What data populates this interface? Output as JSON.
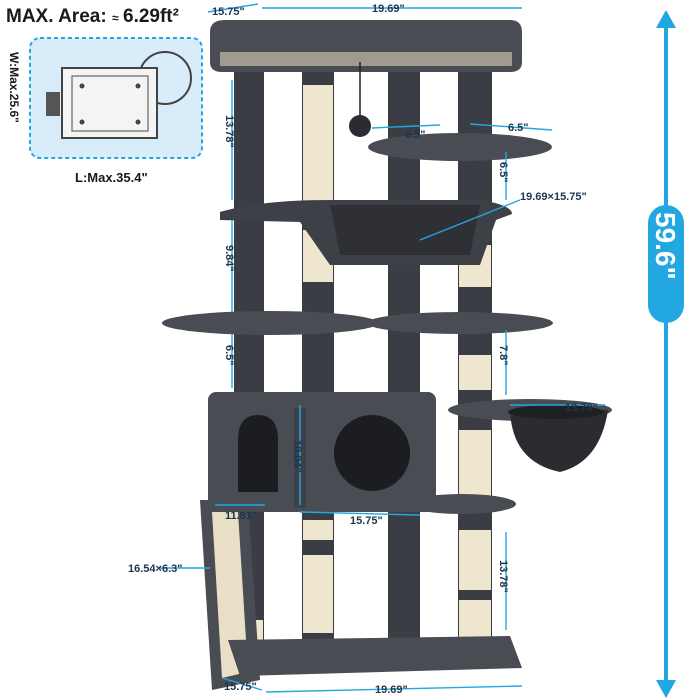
{
  "header": {
    "area_label": "MAX. Area:",
    "area_value": "6.29ft²",
    "approx_symbol": "≈"
  },
  "inset": {
    "width_label": "W:Max.25.6\"",
    "length_label": "L:Max.35.4\""
  },
  "total_height": "59.6\"",
  "dimensions": {
    "top_depth": "15.75\"",
    "top_width": "19.69\"",
    "top_section_height": "13.78\"",
    "perch_left": "6.5\"",
    "perch_right": "6.5\"",
    "perch_height": "6.5\"",
    "hammock": "19.69×15.75\"",
    "mid_height": "9.84\"",
    "platform_gap": "6.5\"",
    "right_gap": "7.8\"",
    "basket": "13.78\"",
    "condo_height": "10.04\"",
    "condo_depth": "11.81\"",
    "condo_width": "15.75\"",
    "ramp": "16.54×6.3\"",
    "lower_height": "13.78\"",
    "base_depth": "15.75\"",
    "base_width": "19.69\""
  },
  "colors": {
    "accent": "#22a7e0",
    "plush": "#45474f",
    "sisal": "#efe6cf",
    "inset_bg": "#d9ecfa"
  }
}
